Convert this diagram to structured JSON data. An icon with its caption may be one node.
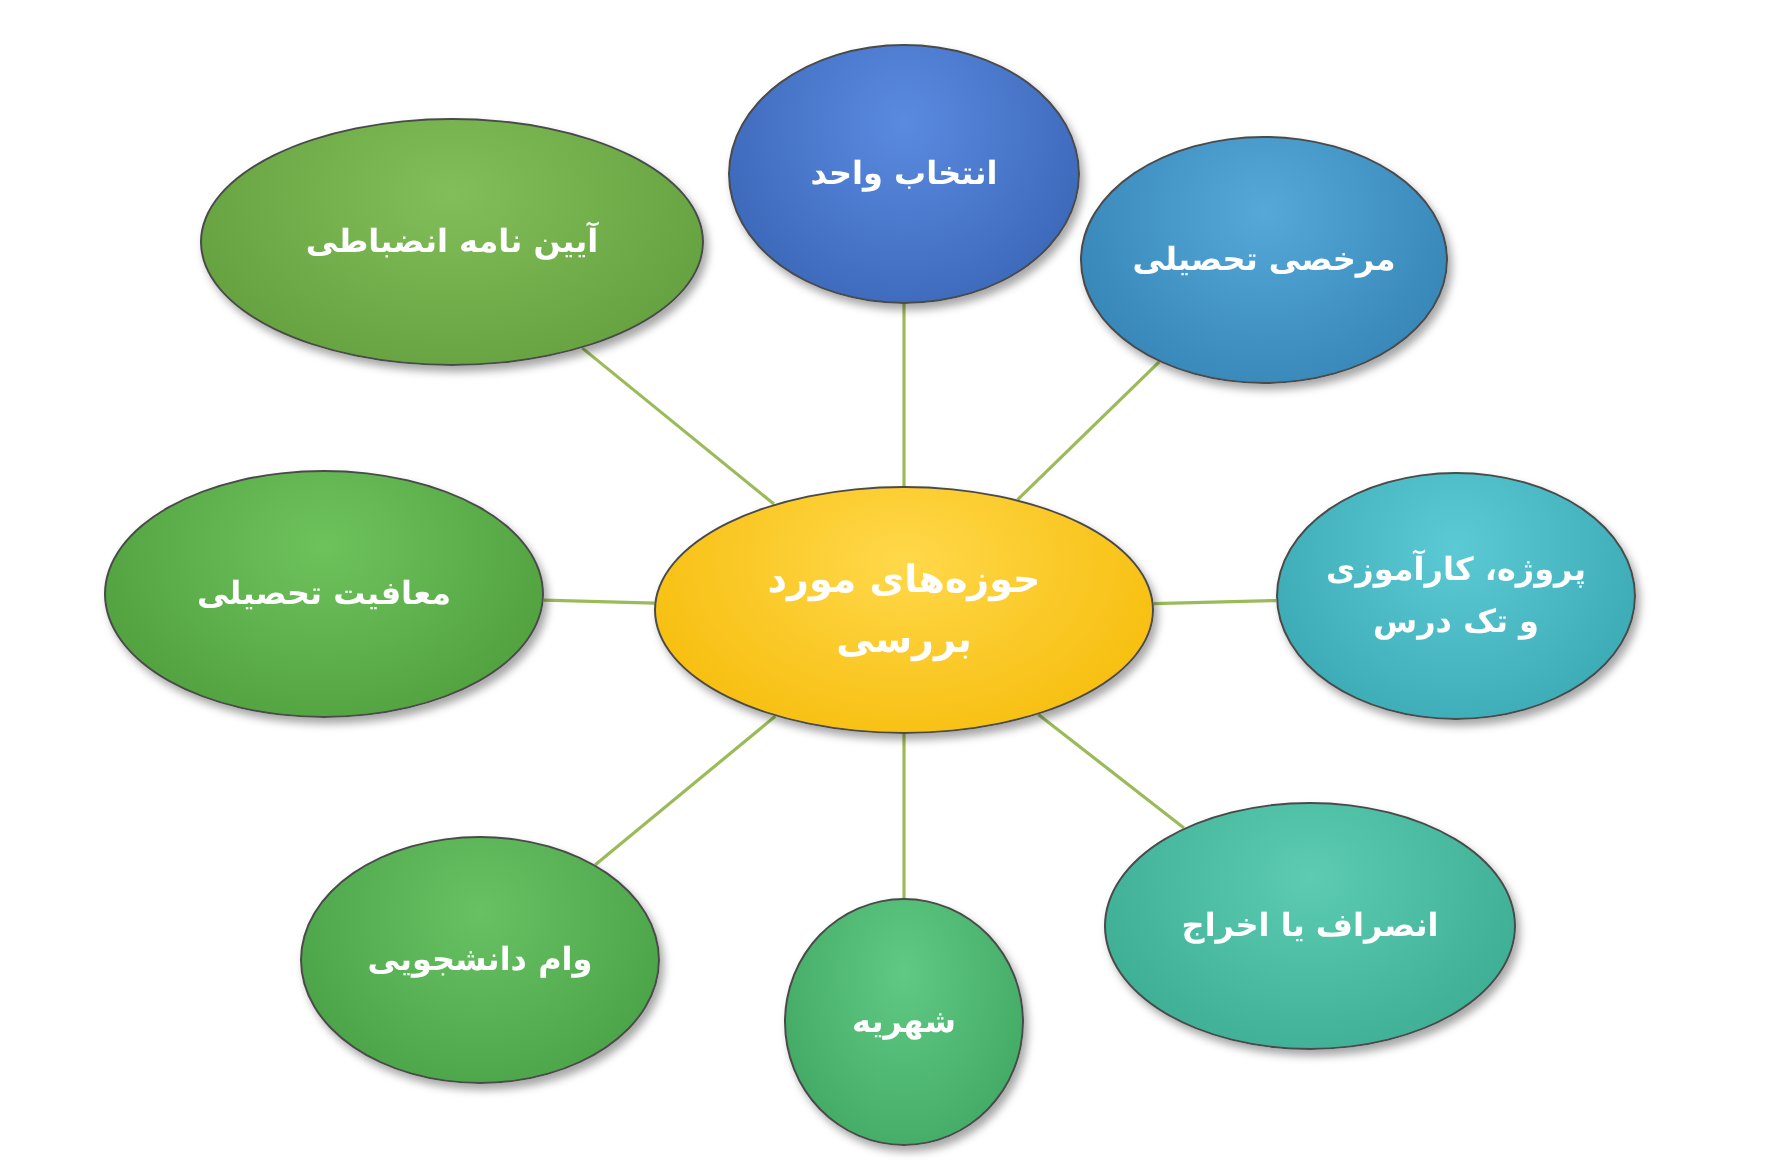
{
  "diagram": {
    "nodes": [
      {
        "text": [
          "حوزه‌های مورد بررسی"
        ]
      },
      {
        "text": [
          "انتخاب واحد"
        ]
      },
      {
        "text": [
          "مرخصی تحصیلی"
        ]
      },
      {
        "text": [
          "پروژه، کارآموزی و تک درس"
        ]
      },
      {
        "text": [
          "انصراف یا اخراج"
        ]
      },
      {
        "text": [
          "شهریه"
        ]
      },
      {
        "text": [
          "وام دانشجویی"
        ]
      },
      {
        "text": [
          "معافیت تحصیلی"
        ]
      },
      {
        "text": [
          "آیین نامه انضباطی"
        ]
      }
    ],
    "edges": [
      {
        "from": 0,
        "to": 1,
        "arrow": "none"
      },
      {
        "from": 0,
        "to": 2,
        "arrow": "none"
      },
      {
        "from": 0,
        "to": 3,
        "arrow": "none"
      },
      {
        "from": 0,
        "to": 4,
        "arrow": "none"
      },
      {
        "from": 0,
        "to": 5,
        "arrow": "none"
      },
      {
        "from": 0,
        "to": 6,
        "arrow": "none"
      },
      {
        "from": 0,
        "to": 7,
        "arrow": "none"
      },
      {
        "from": 0,
        "to": 8,
        "arrow": "none"
      }
    ]
  }
}
